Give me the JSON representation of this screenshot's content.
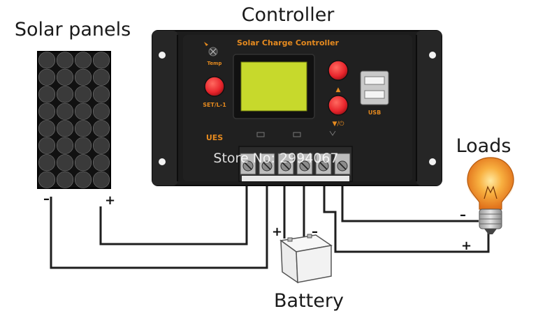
{
  "labels": {
    "controller": "Controller",
    "solar_panels": "Solar panels",
    "loads": "Loads",
    "battery": "Battery"
  },
  "controller": {
    "title": "Solar Charge Controller",
    "temp": "Temp",
    "set_button": "SET/L-1",
    "up_button": "▲",
    "down_button": "▼/⏻",
    "usb": "USB",
    "brand": "UES",
    "watermark": "Store No: 2994067"
  },
  "polarity": {
    "solar_minus": "–",
    "solar_plus": "+",
    "battery_plus": "+",
    "battery_minus": "–",
    "load_minus": "–",
    "load_plus": "+"
  },
  "colors": {
    "controller_body": "#1c1c1c",
    "button_red": "#e8252c",
    "label_orange": "#e58a1f",
    "panel_cell": "#3a3a3a",
    "wire": "#222222",
    "bulb_glow": "#f59a2a"
  },
  "icons": [
    "thermometer-icon",
    "usb-port-icon",
    "battery-icon",
    "light-bulb-icon",
    "solar-panel-icon"
  ]
}
